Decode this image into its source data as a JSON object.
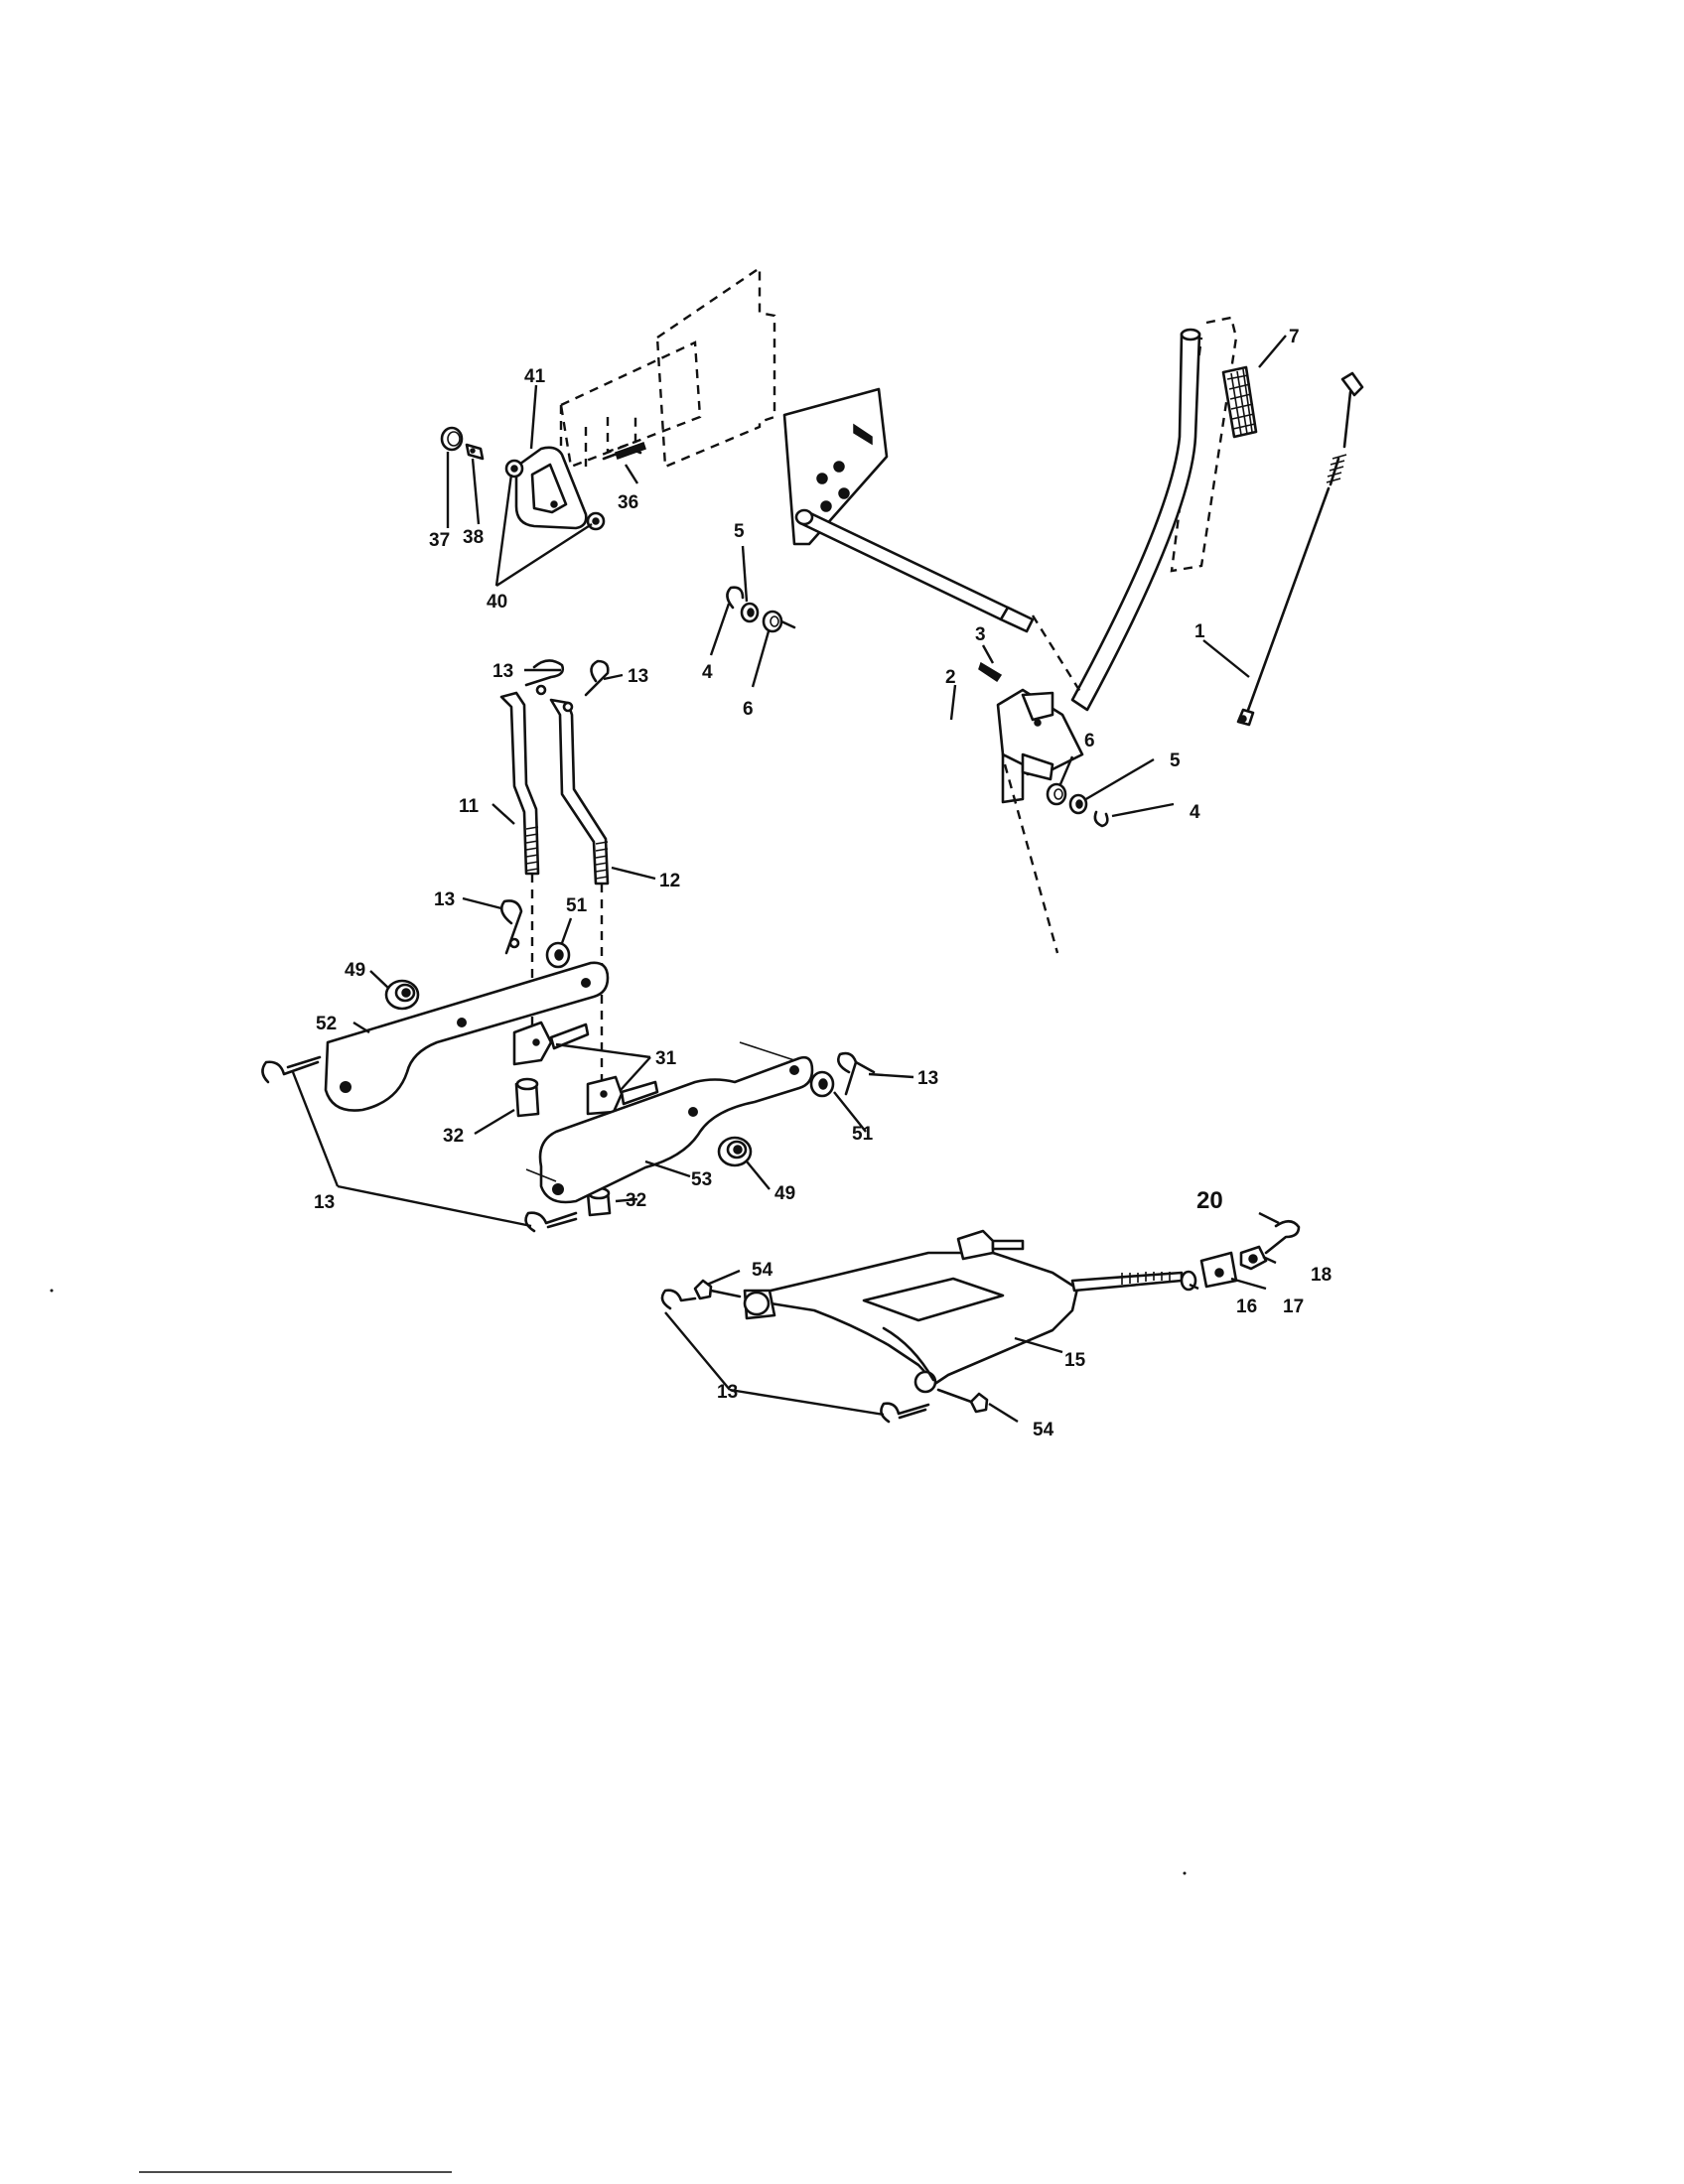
{
  "diagram": {
    "callouts": [
      "41",
      "7",
      "36",
      "37",
      "38",
      "40",
      "5",
      "4",
      "6",
      "3",
      "2",
      "1",
      "13",
      "13",
      "11",
      "12",
      "13",
      "51",
      "49",
      "52",
      "31",
      "13",
      "32",
      "51",
      "53",
      "49",
      "13",
      "32",
      "20",
      "54",
      "18",
      "17",
      "16",
      "15",
      "13",
      "54",
      "6",
      "5",
      "4"
    ]
  }
}
